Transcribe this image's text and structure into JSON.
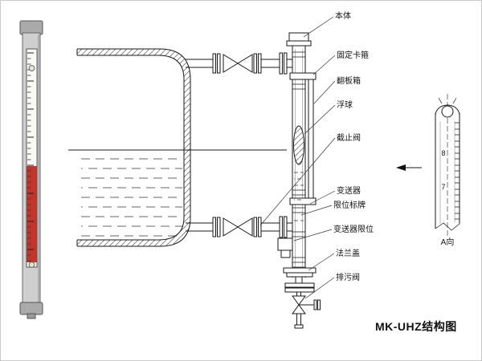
{
  "title": "MK-UHZ结构图",
  "part_labels": {
    "body": "本体",
    "fixing_clamp": "固定卡箍",
    "flap_box": "翻板箱",
    "float_ball": "浮球",
    "stop_valve": "截止阀",
    "transmitter": "变送器",
    "limit_plate": "限位标牌",
    "transmitter_limit": "变送器限位",
    "flange_cover": "法兰盖",
    "drain_valve": "排污阀"
  },
  "detail_view": {
    "scale_upper": "8",
    "scale_lower": "7",
    "view_label": "A向"
  },
  "colors": {
    "line": "#1a1a1a",
    "red_indicator": "#c5342a",
    "gauge_body": "#cfcfcf"
  }
}
